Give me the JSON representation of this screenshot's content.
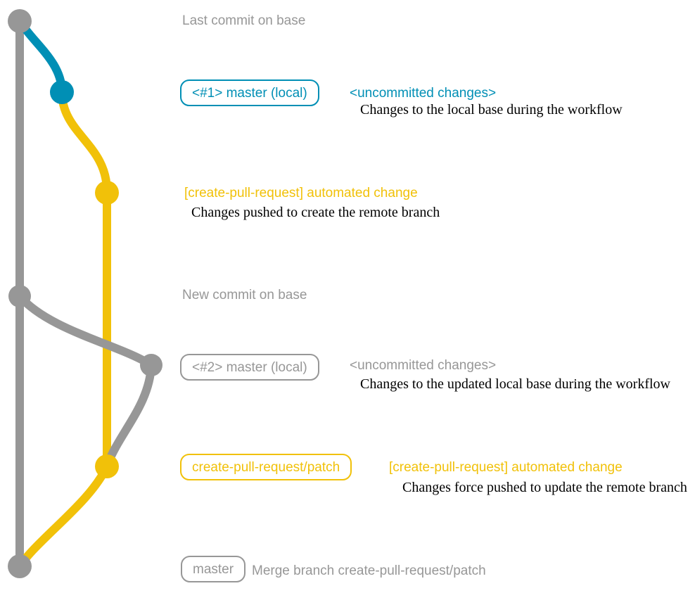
{
  "colors": {
    "gray": "#979797",
    "blue": "#008fb5",
    "yellow": "#f1c109",
    "detail_text": "#000000",
    "background": "#ffffff"
  },
  "rows": [
    {
      "label": "Last commit on base"
    },
    {
      "badge": "<#1> master (local)",
      "message": "<uncommitted changes>",
      "detail": "Changes to the local base during the workflow"
    },
    {
      "message": "[create-pull-request] automated change",
      "detail": "Changes pushed to create the remote branch"
    },
    {
      "label": "New commit on base"
    },
    {
      "badge": "<#2> master (local)",
      "message": "<uncommitted changes>",
      "detail": "Changes to the updated local base during the workflow"
    },
    {
      "badge": "create-pull-request/patch",
      "message": "[create-pull-request] automated change",
      "detail": "Changes force pushed to update the remote branch"
    },
    {
      "badge": "master",
      "message": "Merge branch create-pull-request/patch"
    }
  ]
}
